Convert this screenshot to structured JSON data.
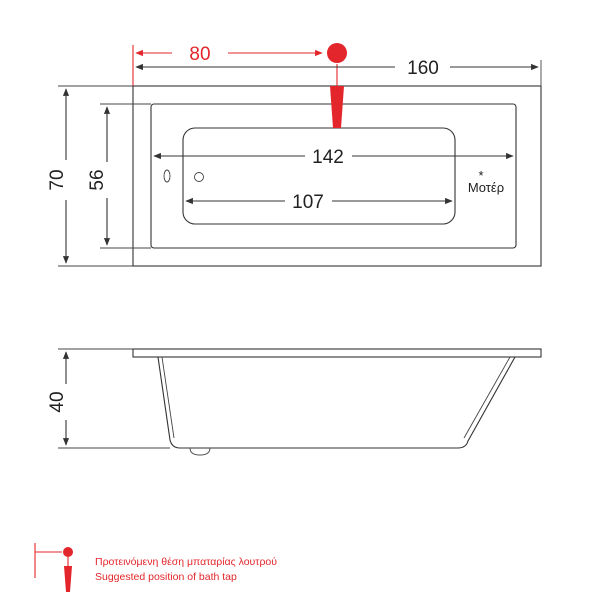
{
  "dimensions": {
    "tap_distance": "80",
    "outer_length": "160",
    "outer_width": "70",
    "inner_width": "56",
    "inner_length": "142",
    "bottom_length": "107",
    "height": "40"
  },
  "motor": {
    "asterisk": "*",
    "label": "Μοτέρ"
  },
  "legend": {
    "line_greek": "Προτεινόμενη θέση μπαταρίας λουτρού",
    "line_english": "Suggested position of bath tap"
  },
  "colors": {
    "accent": "#e3262b",
    "line": "#333333"
  }
}
